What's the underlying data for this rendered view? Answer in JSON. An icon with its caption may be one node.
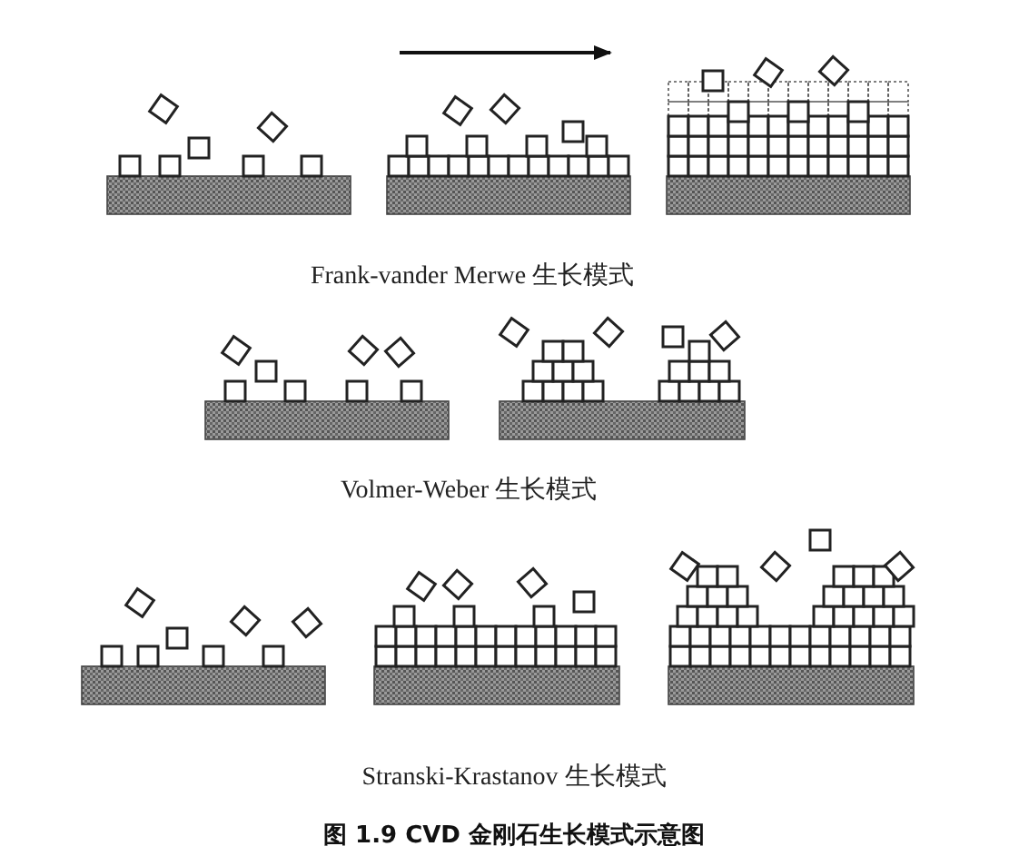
{
  "diagram": {
    "caption": "图 1.9 CVD 金刚石生长模式示意图",
    "labels": [
      "Frank-vander Merwe 生长模式",
      "Volmer-Weber 生长模式",
      "Stranski-Krastanov 生长模式"
    ]
  }
}
